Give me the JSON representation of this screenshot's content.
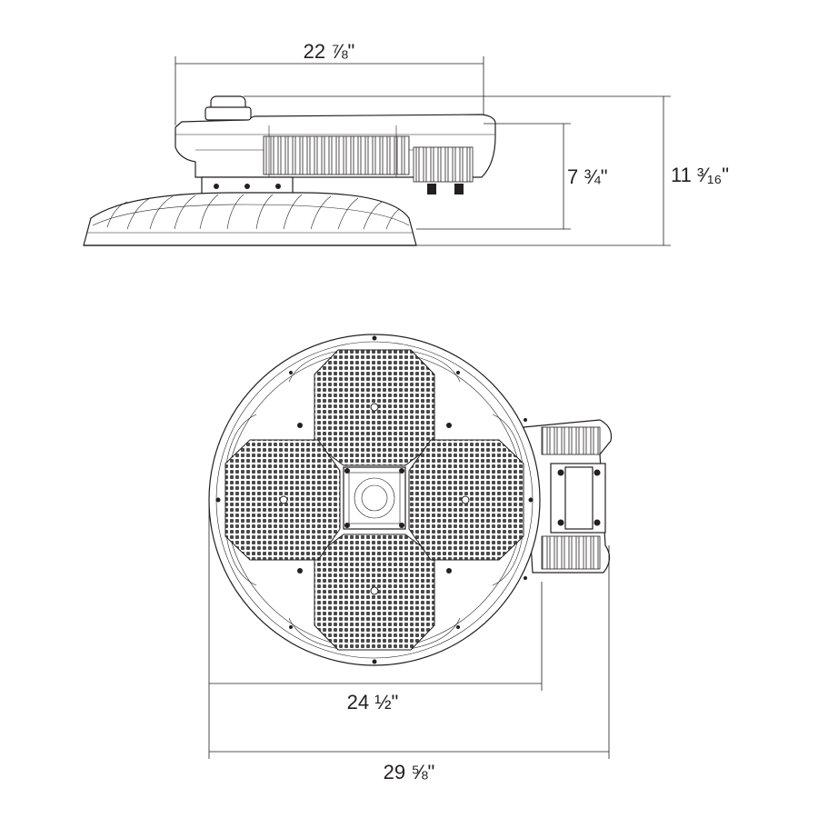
{
  "dimensions": {
    "side_width": "22 ⅞\"",
    "side_height_body": "7 ¾\"",
    "side_height_total": "11 ³⁄₁₆\"",
    "top_diameter": "24 ½\"",
    "top_overall_width": "29 ⅝\""
  },
  "led_panel_count": 4,
  "colors": {
    "line": "#231f20",
    "background": "#ffffff"
  }
}
